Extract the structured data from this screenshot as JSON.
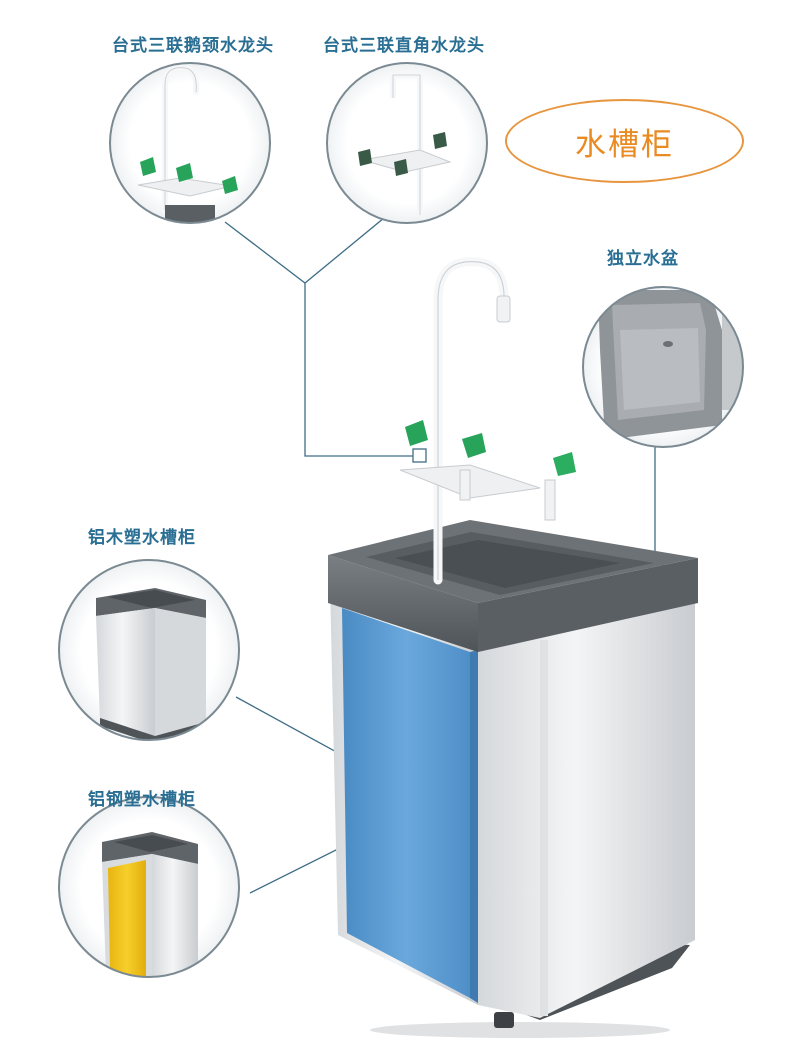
{
  "labels": {
    "gooseneck_faucet": "台式三联鹅颈水龙头",
    "right_angle_faucet": "台式三联直角水龙头",
    "title": "水槽柜",
    "independent_basin": "独立水盆",
    "aluminum_wood_cabinet": "铝木塑水槽柜",
    "aluminum_steel_cabinet": "铝钢塑水槽柜"
  },
  "colors": {
    "label_text": "#2a6f93",
    "title_text": "#ea8a23",
    "title_border": "#e7963f",
    "callout_line": "#3f6e86",
    "cabinet_door_blue": "#5b9bd1",
    "cabinet_body": "#e6e8ea",
    "cabinet_top": "#5f6468",
    "valve_green": "#27a35a",
    "door_yellow": "#f0c21a"
  }
}
